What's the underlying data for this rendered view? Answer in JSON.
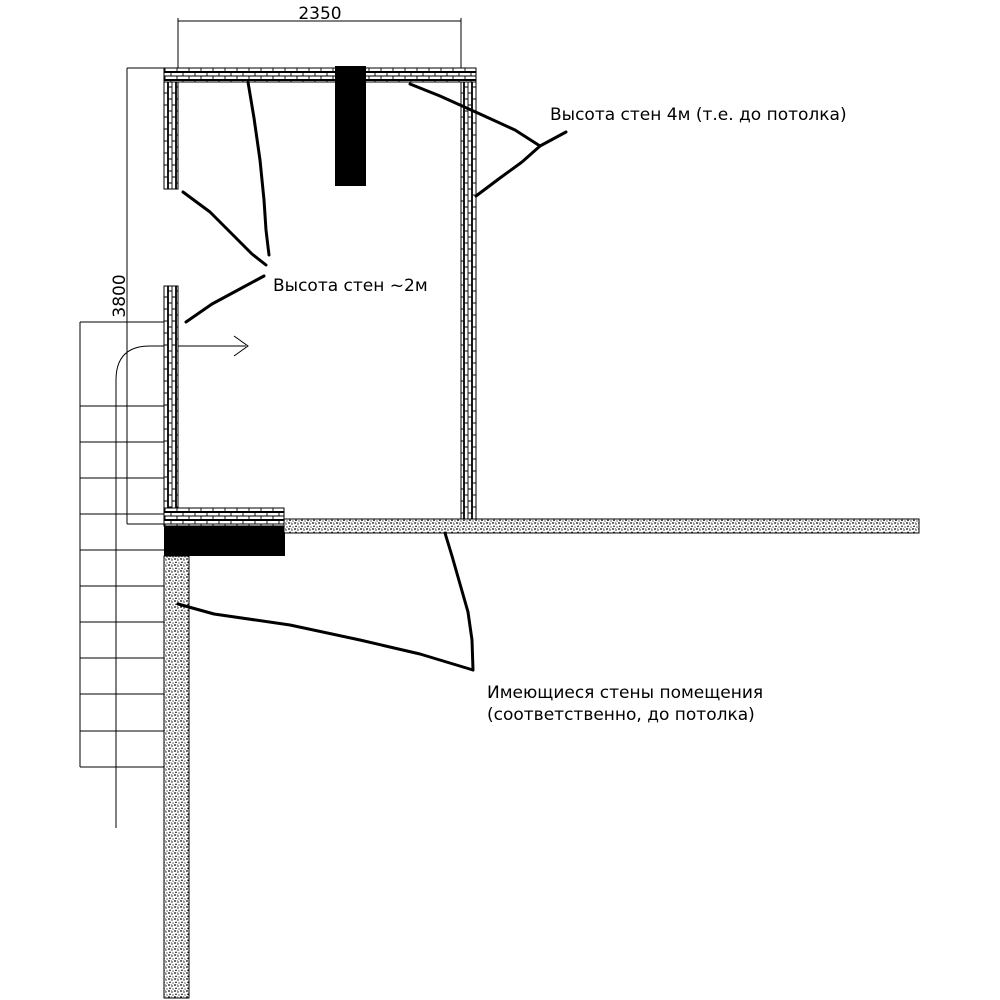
{
  "plan": {
    "dimensions": {
      "width_label": "2350",
      "height_label": "3800"
    },
    "annotations": {
      "walls_4m": "Высота стен 4м (т.е. до потолка)",
      "walls_2m": "Высота стен ~2м",
      "existing_walls_line1": "Имеющиеся стены помещения",
      "existing_walls_line2": "(соответственно, до потолка)"
    },
    "colors": {
      "line": "#000000",
      "fill_solid": "#000000",
      "background": "#ffffff"
    }
  }
}
